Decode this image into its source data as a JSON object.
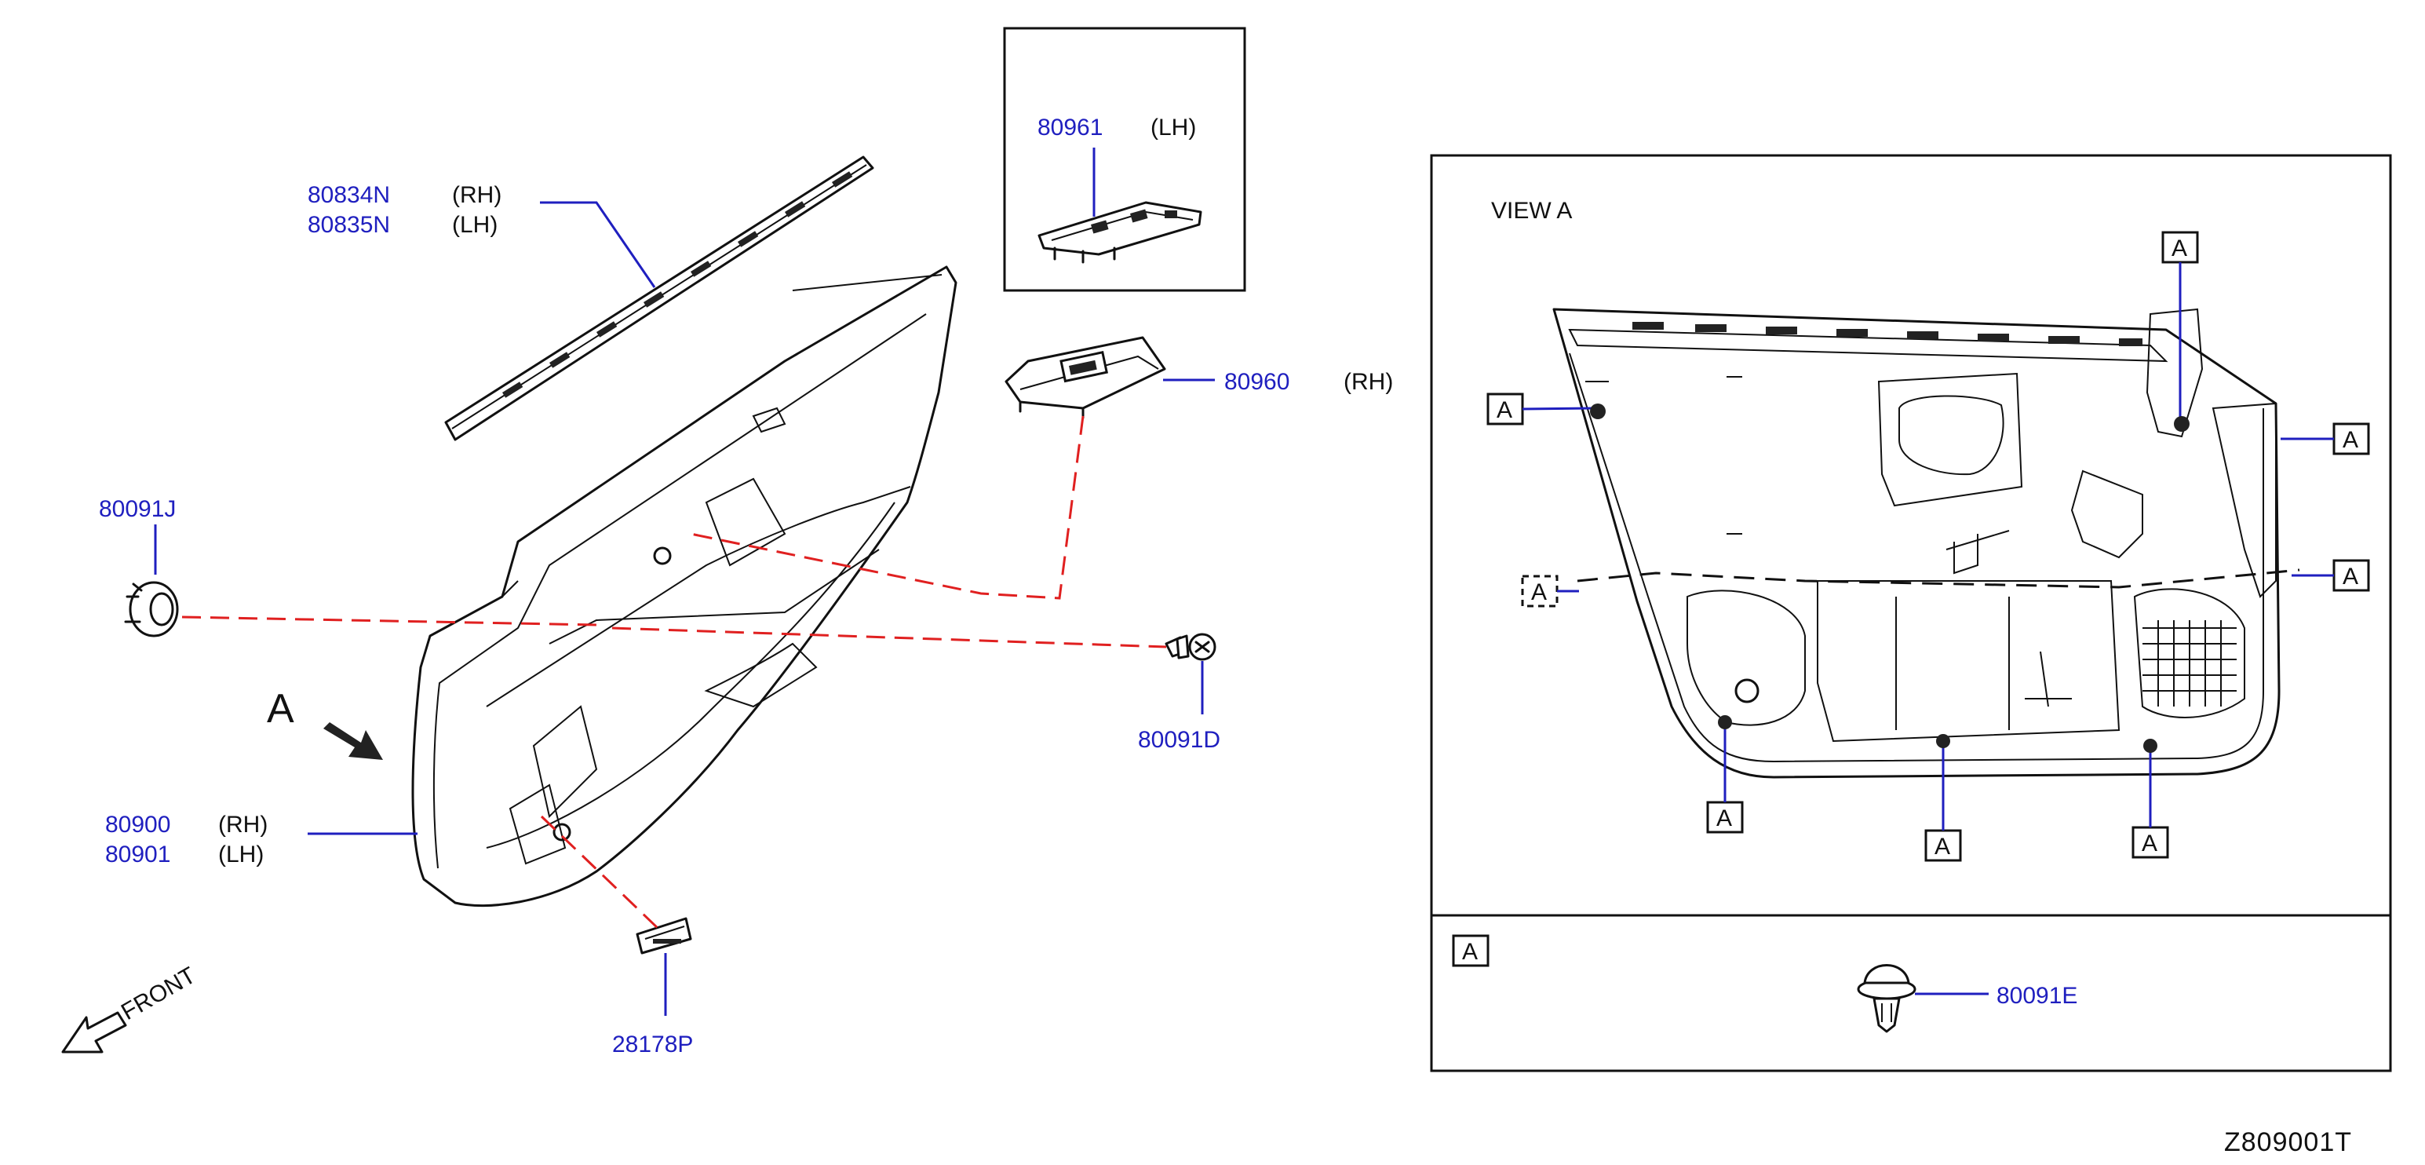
{
  "diagram_id": "Z809001T",
  "colors": {
    "part_number": "#1f1fbf",
    "line": "#111111",
    "hidden_line": "#e02020"
  },
  "parts": {
    "weatherstrip_rh": "80834N",
    "weatherstrip_lh": "80835N",
    "switch_finisher_lh": "80961",
    "switch_finisher_rh": "80960",
    "clip_j": "80091J",
    "clip_d": "80091D",
    "trim_rh": "80900",
    "trim_lh": "80901",
    "lamp": "28178P",
    "clip_e": "80091E"
  },
  "sides": {
    "rh": "(RH)",
    "lh": "(LH)"
  },
  "view": {
    "arrow_letter": "A",
    "title": "VIEW   A",
    "marker": "A"
  },
  "front_label": "FRONT"
}
